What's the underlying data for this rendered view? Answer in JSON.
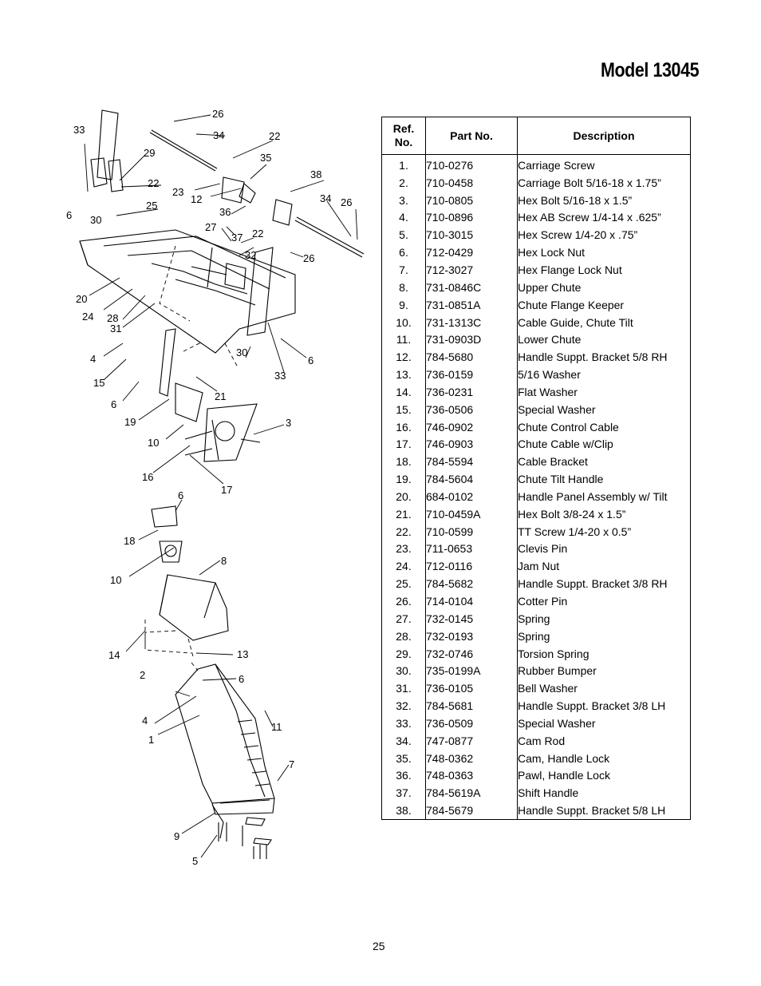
{
  "page": {
    "model_title": "Model 13045",
    "page_number": "25"
  },
  "table": {
    "headers": {
      "ref": "Ref.\nNo.",
      "part": "Part No.",
      "description": "Description"
    },
    "rows": [
      {
        "ref": "1.",
        "part": "710-0276",
        "description": "Carriage Screw"
      },
      {
        "ref": "2.",
        "part": "710-0458",
        "description": "Carriage Bolt 5/16-18 x 1.75”"
      },
      {
        "ref": "3.",
        "part": "710-0805",
        "description": "Hex Bolt 5/16-18 x 1.5”"
      },
      {
        "ref": "4.",
        "part": "710-0896",
        "description": "Hex AB Screw 1/4-14 x .625”"
      },
      {
        "ref": "5.",
        "part": "710-3015",
        "description": "Hex Screw 1/4-20 x .75”"
      },
      {
        "ref": "6.",
        "part": "712-0429",
        "description": "Hex Lock Nut"
      },
      {
        "ref": "7.",
        "part": "712-3027",
        "description": "Hex Flange Lock Nut"
      },
      {
        "ref": "8.",
        "part": "731-0846C",
        "description": "Upper Chute"
      },
      {
        "ref": "9.",
        "part": "731-0851A",
        "description": "Chute Flange Keeper"
      },
      {
        "ref": "10.",
        "part": "731-1313C",
        "description": "Cable Guide, Chute Tilt"
      },
      {
        "ref": "11.",
        "part": "731-0903D",
        "description": "Lower Chute"
      },
      {
        "ref": "12.",
        "part": "784-5680",
        "description": "Handle Suppt. Bracket 5/8 RH"
      },
      {
        "ref": "13.",
        "part": "736-0159",
        "description": "5/16 Washer"
      },
      {
        "ref": "14.",
        "part": "736-0231",
        "description": "Flat Washer"
      },
      {
        "ref": "15.",
        "part": "736-0506",
        "description": "Special Washer"
      },
      {
        "ref": "16.",
        "part": "746-0902",
        "description": "Chute Control Cable"
      },
      {
        "ref": "17.",
        "part": "746-0903",
        "description": "Chute Cable w/Clip"
      },
      {
        "ref": "18.",
        "part": "784-5594",
        "description": "Cable Bracket"
      },
      {
        "ref": "19.",
        "part": "784-5604",
        "description": "Chute Tilt Handle"
      },
      {
        "ref": "20.",
        "part": "684-0102",
        "description": "Handle Panel Assembly w/ Tilt"
      },
      {
        "ref": "21.",
        "part": "710-0459A",
        "description": "Hex Bolt 3/8-24 x 1.5”"
      },
      {
        "ref": "22.",
        "part": "710-0599",
        "description": "TT Screw 1/4-20 x 0.5”"
      },
      {
        "ref": "23.",
        "part": "711-0653",
        "description": "Clevis Pin"
      },
      {
        "ref": "24.",
        "part": "712-0116",
        "description": "Jam Nut"
      },
      {
        "ref": "25.",
        "part": "784-5682",
        "description": "Handle Suppt. Bracket 3/8 RH"
      },
      {
        "ref": "26.",
        "part": "714-0104",
        "description": "Cotter Pin"
      },
      {
        "ref": "27.",
        "part": "732-0145",
        "description": "Spring"
      },
      {
        "ref": "28.",
        "part": "732-0193",
        "description": "Spring"
      },
      {
        "ref": "29.",
        "part": "732-0746",
        "description": "Torsion Spring"
      },
      {
        "ref": "30.",
        "part": "735-0199A",
        "description": "Rubber Bumper"
      },
      {
        "ref": "31.",
        "part": "736-0105",
        "description": "Bell Washer"
      },
      {
        "ref": "32.",
        "part": "784-5681",
        "description": "Handle Suppt. Bracket 3/8 LH"
      },
      {
        "ref": "33.",
        "part": "736-0509",
        "description": "Special Washer"
      },
      {
        "ref": "34.",
        "part": "747-0877",
        "description": "Cam Rod"
      },
      {
        "ref": "35.",
        "part": "748-0362",
        "description": "Cam, Handle Lock"
      },
      {
        "ref": "36.",
        "part": "748-0363",
        "description": "Pawl, Handle Lock"
      },
      {
        "ref": "37.",
        "part": "784-5619A",
        "description": "Shift Handle"
      },
      {
        "ref": "38.",
        "part": "784-5679",
        "description": "Handle Suppt. Bracket 5/8 LH"
      }
    ]
  },
  "diagram": {
    "callouts": [
      "26",
      "34",
      "22",
      "33",
      "29",
      "35",
      "38",
      "22",
      "23",
      "12",
      "34",
      "26",
      "25",
      "36",
      "6",
      "30",
      "27",
      "37",
      "22",
      "32",
      "26",
      "20",
      "24",
      "28",
      "31",
      "4",
      "30",
      "6",
      "15",
      "33",
      "21",
      "6",
      "19",
      "3",
      "10",
      "16",
      "17",
      "6",
      "18",
      "8",
      "10",
      "14",
      "13",
      "2",
      "6",
      "4",
      "11",
      "1",
      "7",
      "9",
      "5"
    ]
  }
}
